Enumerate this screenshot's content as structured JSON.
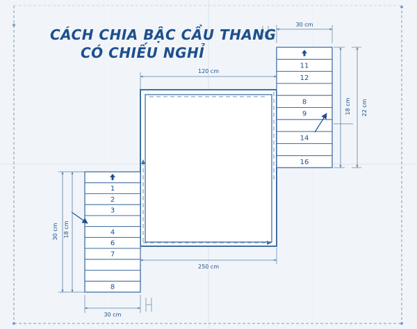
{
  "title": {
    "line1": "CÁCH CHIA BẬC CẦU THANG",
    "line2": "CÓ CHIẾU NGHỈ"
  },
  "colors": {
    "paper": "#f1f5f9",
    "ink": "#1d4f8c",
    "line": "#3f6fa5",
    "dim": "#5a7fa8"
  },
  "arrow_icon": "up-arrow-icon",
  "dimensions": {
    "right_width": "30 cm",
    "top_span": "120 cm",
    "right_tread": "18 cm",
    "right_total": "22 cm",
    "left_total": "30 cm",
    "left_tread": "18 cm",
    "bottom_span": "250 cm",
    "left_width": "30 cm"
  },
  "lower_flight": {
    "steps": [
      "",
      "1",
      "2",
      "3",
      "",
      "4",
      "6",
      "7",
      "",
      "",
      "8"
    ]
  },
  "upper_flight": {
    "steps": [
      "",
      "11",
      "12",
      "",
      "8",
      "9",
      "",
      "14",
      "",
      "16"
    ]
  }
}
